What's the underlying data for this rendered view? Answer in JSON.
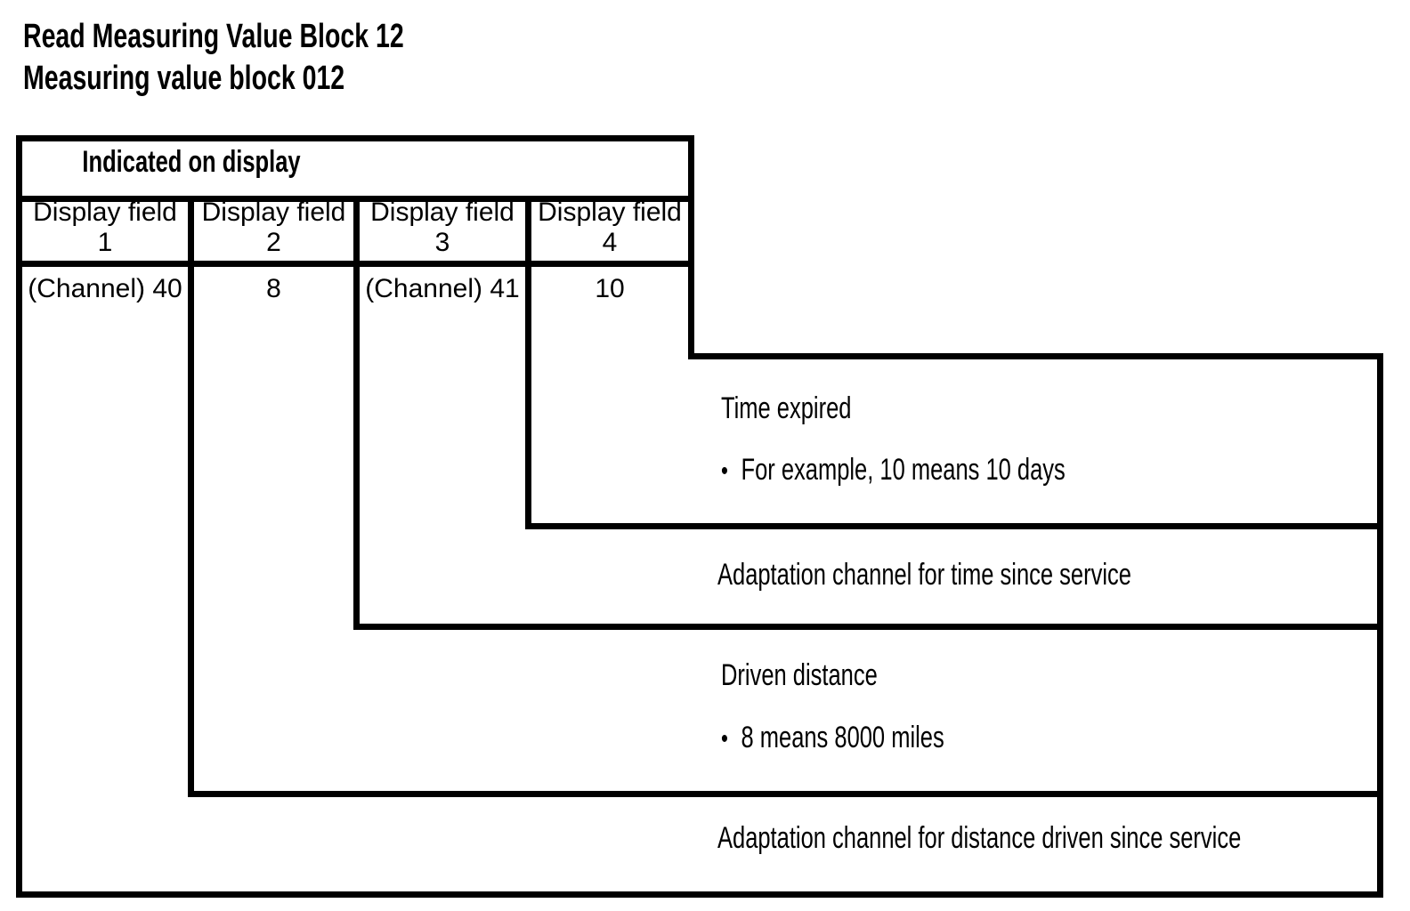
{
  "page": {
    "background": "#ffffff",
    "line_color": "#000000",
    "text_color": "#000000"
  },
  "title": {
    "line1": "Read Measuring Value Block 12",
    "line2": "Measuring value block 012"
  },
  "table": {
    "header": "Indicated on display",
    "columns": [
      {
        "label": "Display field",
        "number": "1",
        "value": "(Channel) 40"
      },
      {
        "label": "Display field",
        "number": "2",
        "value": "8"
      },
      {
        "label": "Display field",
        "number": "3",
        "value": "(Channel) 41"
      },
      {
        "label": "Display field",
        "number": "4",
        "value": "10"
      }
    ]
  },
  "callouts": [
    {
      "column": 4,
      "title": "Time expired",
      "bullet": "•",
      "note": "For example, 10 means 10 days"
    },
    {
      "column": 3,
      "title": "Adaptation channel for time since service",
      "bullet": "",
      "note": ""
    },
    {
      "column": 2,
      "title": "Driven distance",
      "bullet": "•",
      "note": "8 means 8000 miles"
    },
    {
      "column": 1,
      "title": "Adaptation channel for distance driven since service",
      "bullet": "",
      "note": ""
    }
  ]
}
